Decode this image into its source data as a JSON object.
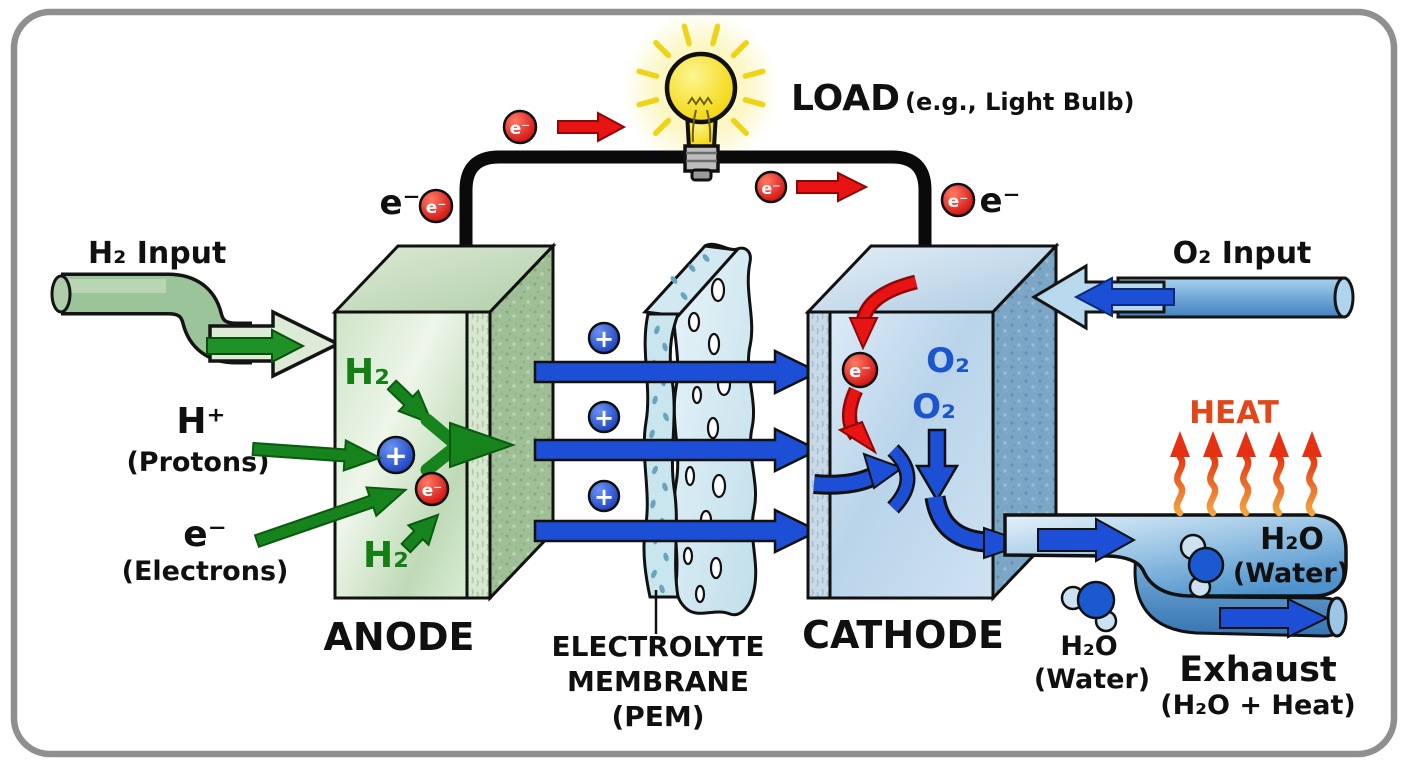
{
  "load": {
    "label": "LOAD",
    "sublabel": "(e.g., Light Bulb)"
  },
  "inputs": {
    "h2": "H₂ Input",
    "o2": "O₂ Input"
  },
  "anode": {
    "label": "ANODE",
    "h2_top": "H₂",
    "h2_bottom": "H₂"
  },
  "cathode": {
    "label": "CATHODE",
    "o2_upper": "O₂",
    "o2_lower": "O₂"
  },
  "membrane": {
    "line1": "ELECTROLYTE",
    "line2": "MEMBRANE",
    "line3": "(PEM)"
  },
  "carriers": {
    "proton_symbol": "+",
    "electron_symbol": "e⁻",
    "electron_label": "e⁻",
    "proton_label": "H⁺",
    "proton_sublabel": "(Protons)",
    "electron_heading": "e⁻",
    "electron_sublabel": "(Electrons)"
  },
  "outputs": {
    "heat_label": "HEAT",
    "water_in_pipe": "H₂O",
    "water_in_pipe_sub": "(Water)",
    "water_droplet": "H₂O",
    "water_droplet_sub": "(Water)",
    "exhaust_label": "Exhaust",
    "exhaust_sublabel": "(H₂O + Heat)"
  },
  "colors": {
    "wire_black": "#0a0a0a",
    "electron_red": "#d11010",
    "proton_blue": "#1a41c0",
    "flow_blue": "#1d4fd6",
    "anode_green": "#17831d",
    "h2_text_green": "#157f15",
    "o2_text_blue": "#1c55cc",
    "heat_orange": "#e2471a",
    "bulb_yellow": "#f2d813"
  }
}
